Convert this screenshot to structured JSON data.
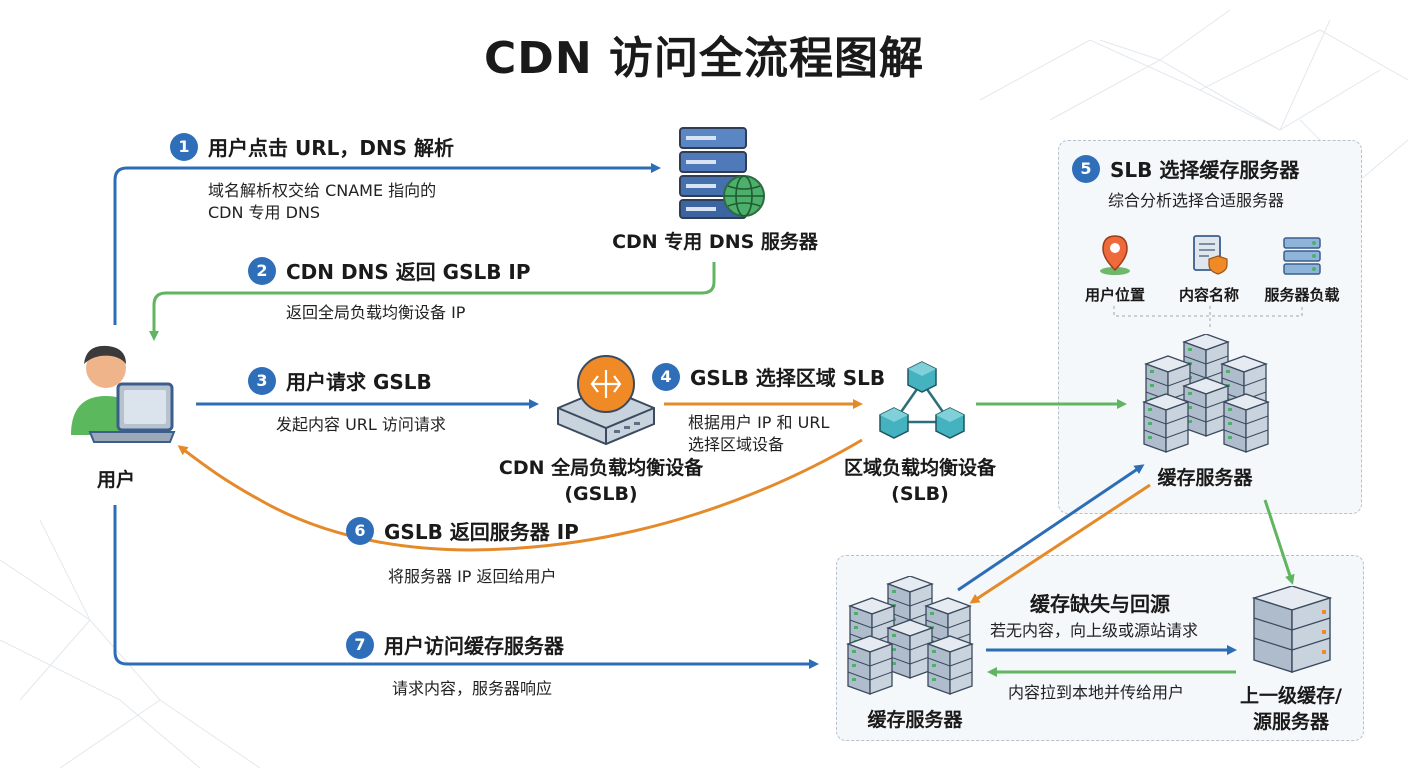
{
  "title": "CDN 访问全流程图解",
  "nodes": {
    "user": "用户",
    "dns_server": "CDN 专用 DNS 服务器",
    "gslb_line1": "CDN 全局负载均衡设备",
    "gslb_line2": "(GSLB)",
    "slb_line1": "区域负载均衡设备",
    "slb_line2": "(SLB)",
    "cache_top": "缓存服务器",
    "cache_bottom": "缓存服务器",
    "origin_line1": "上一级缓存/",
    "origin_line2": "源服务器"
  },
  "steps": [
    {
      "num": "1",
      "label": "用户点击 URL，DNS 解析",
      "desc_line1": "域名解析权交给 CNAME 指向的",
      "desc_line2": "CDN 专用 DNS"
    },
    {
      "num": "2",
      "label": "CDN DNS 返回 GSLB IP",
      "desc_line1": "返回全局负载均衡设备 IP"
    },
    {
      "num": "3",
      "label": "用户请求 GSLB",
      "desc_line1": "发起内容 URL 访问请求"
    },
    {
      "num": "4",
      "label": "GSLB 选择区域 SLB",
      "desc_line1": "根据用户 IP 和 URL",
      "desc_line2": "选择区域设备"
    },
    {
      "num": "5",
      "label": "SLB 选择缓存服务器",
      "desc_line1": "综合分析选择合适服务器"
    },
    {
      "num": "6",
      "label": "GSLB 返回服务器 IP",
      "desc_line1": "将服务器 IP 返回给用户"
    },
    {
      "num": "7",
      "label": "用户访问缓存服务器",
      "desc_line1": "请求内容，服务器响应"
    }
  ],
  "factors": [
    "用户位置",
    "内容名称",
    "服务器负载"
  ],
  "cache_miss": {
    "title": "缓存缺失与回源",
    "request": "若无内容，向上级或源站请求",
    "response": "内容拉到本地并传给用户"
  },
  "colors": {
    "blue": "#2c6db5",
    "green": "#62b560",
    "orange": "#e58a2a",
    "badge_blue": "#2f6fba",
    "teal": "#3aa7b5",
    "server_body": "#c9d3de",
    "server_dark": "#3b5e8c"
  }
}
